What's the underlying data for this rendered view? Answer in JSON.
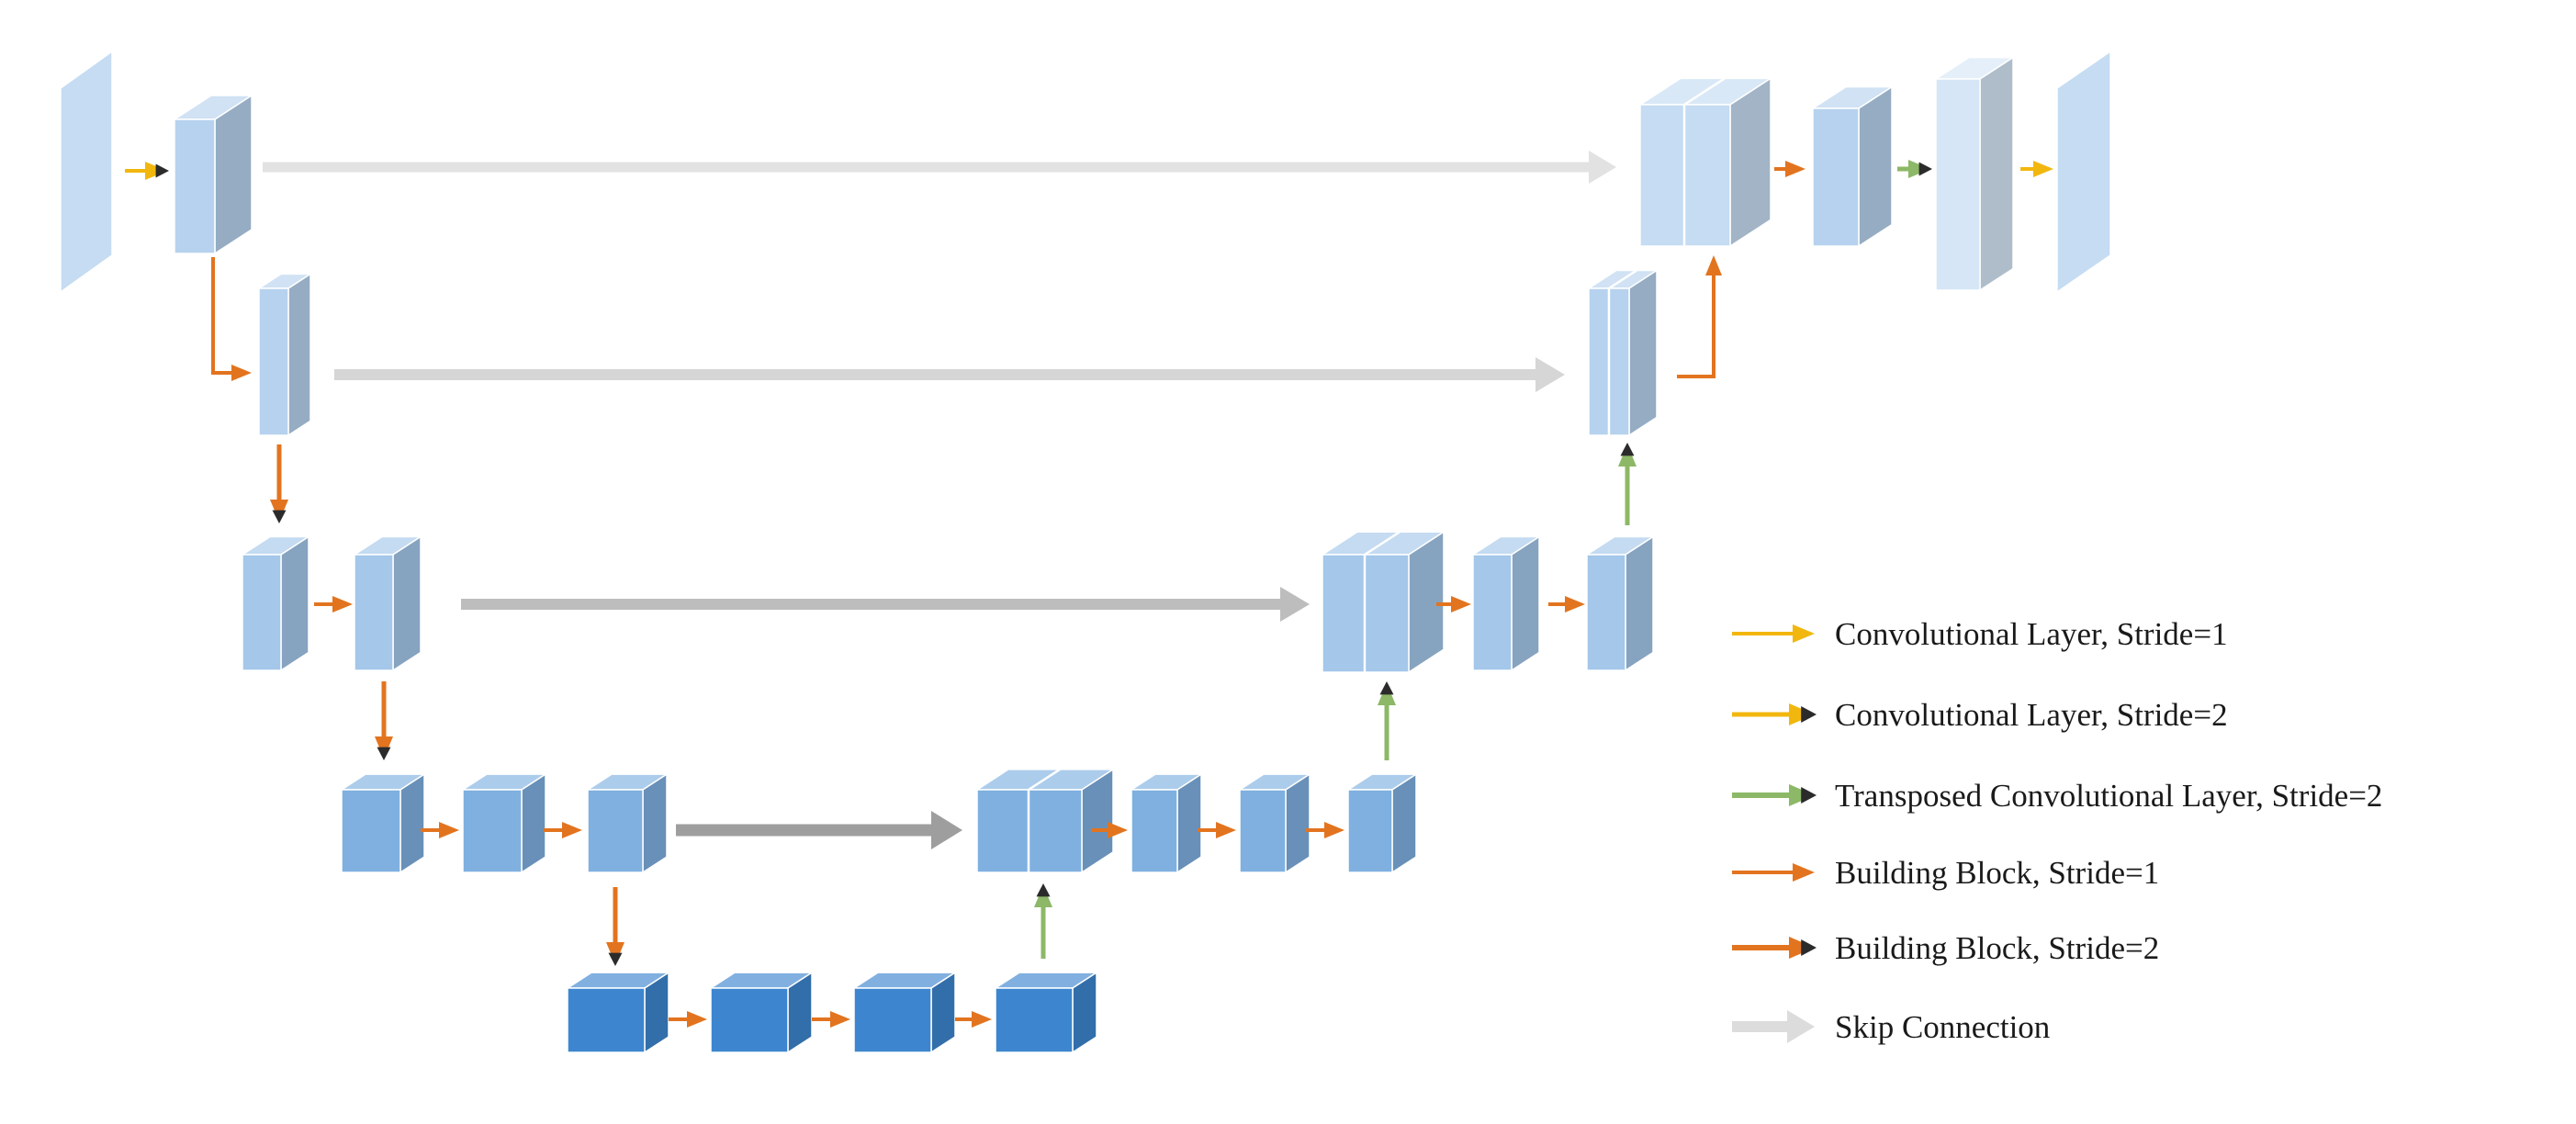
{
  "colors": {
    "feature_map_level1": "#c5dcf2",
    "feature_map_level2": "#b6d2ee",
    "feature_map_level3": "#a4c7ea",
    "feature_map_level4": "#7fb0e0",
    "feature_map_level5": "#3d86cf",
    "conv_stride1_arrow": "#f2b70f",
    "conv_stride2_arrow": "#f2b70f",
    "transposed_conv_arrow": "#8db867",
    "building_block_arrow": "#e2741f",
    "skip_connection_arrow": "#bdbdbd"
  },
  "legend": [
    {
      "label": "Convolutional Layer, Stride=1",
      "icon": "yellow-arrow"
    },
    {
      "label": "Convolutional Layer, Stride=2",
      "icon": "yellow-arrow-dark-tip"
    },
    {
      "label": "Transposed Convolutional Layer, Stride=2",
      "icon": "green-arrow"
    },
    {
      "label": "Building Block, Stride=1",
      "icon": "orange-arrow"
    },
    {
      "label": "Building Block, Stride=2",
      "icon": "orange-arrow-dark-tip"
    },
    {
      "label": "Skip Connection",
      "icon": "gray-thick-arrow"
    }
  ]
}
